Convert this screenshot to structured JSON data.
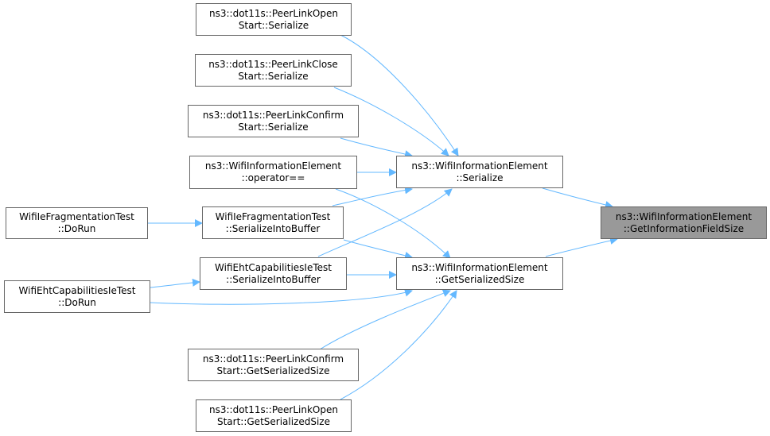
{
  "graph": {
    "edge_color": "#63b8ff",
    "focus_fill": "#999999",
    "node_border": "#666666",
    "nodes": {
      "plo_ser": {
        "line1": "ns3::dot11s::PeerLinkOpen",
        "line2": "Start::Serialize"
      },
      "plc_ser": {
        "line1": "ns3::dot11s::PeerLinkClose",
        "line2": "Start::Serialize"
      },
      "plcf_ser": {
        "line1": "ns3::dot11s::PeerLinkConfirm",
        "line2": "Start::Serialize"
      },
      "wie_eq": {
        "line1": "ns3::WifiInformationElement",
        "line2": "::operator=="
      },
      "wift_sib": {
        "line1": "WifiIeFragmentationTest",
        "line2": "::SerializeIntoBuffer"
      },
      "wift_run": {
        "line1": "WifiIeFragmentationTest",
        "line2": "::DoRun"
      },
      "weht_sib": {
        "line1": "WifiEhtCapabilitiesIeTest",
        "line2": "::SerializeIntoBuffer"
      },
      "weht_run": {
        "line1": "WifiEhtCapabilitiesIeTest",
        "line2": "::DoRun"
      },
      "plcf_gss": {
        "line1": "ns3::dot11s::PeerLinkConfirm",
        "line2": "Start::GetSerializedSize"
      },
      "plo_gss": {
        "line1": "ns3::dot11s::PeerLinkOpen",
        "line2": "Start::GetSerializedSize"
      },
      "wie_ser": {
        "line1": "ns3::WifiInformationElement",
        "line2": "::Serialize"
      },
      "wie_gss": {
        "line1": "ns3::WifiInformationElement",
        "line2": "::GetSerializedSize"
      },
      "wie_gifs": {
        "line1": "ns3::WifiInformationElement",
        "line2": "::GetInformationFieldSize"
      }
    }
  }
}
